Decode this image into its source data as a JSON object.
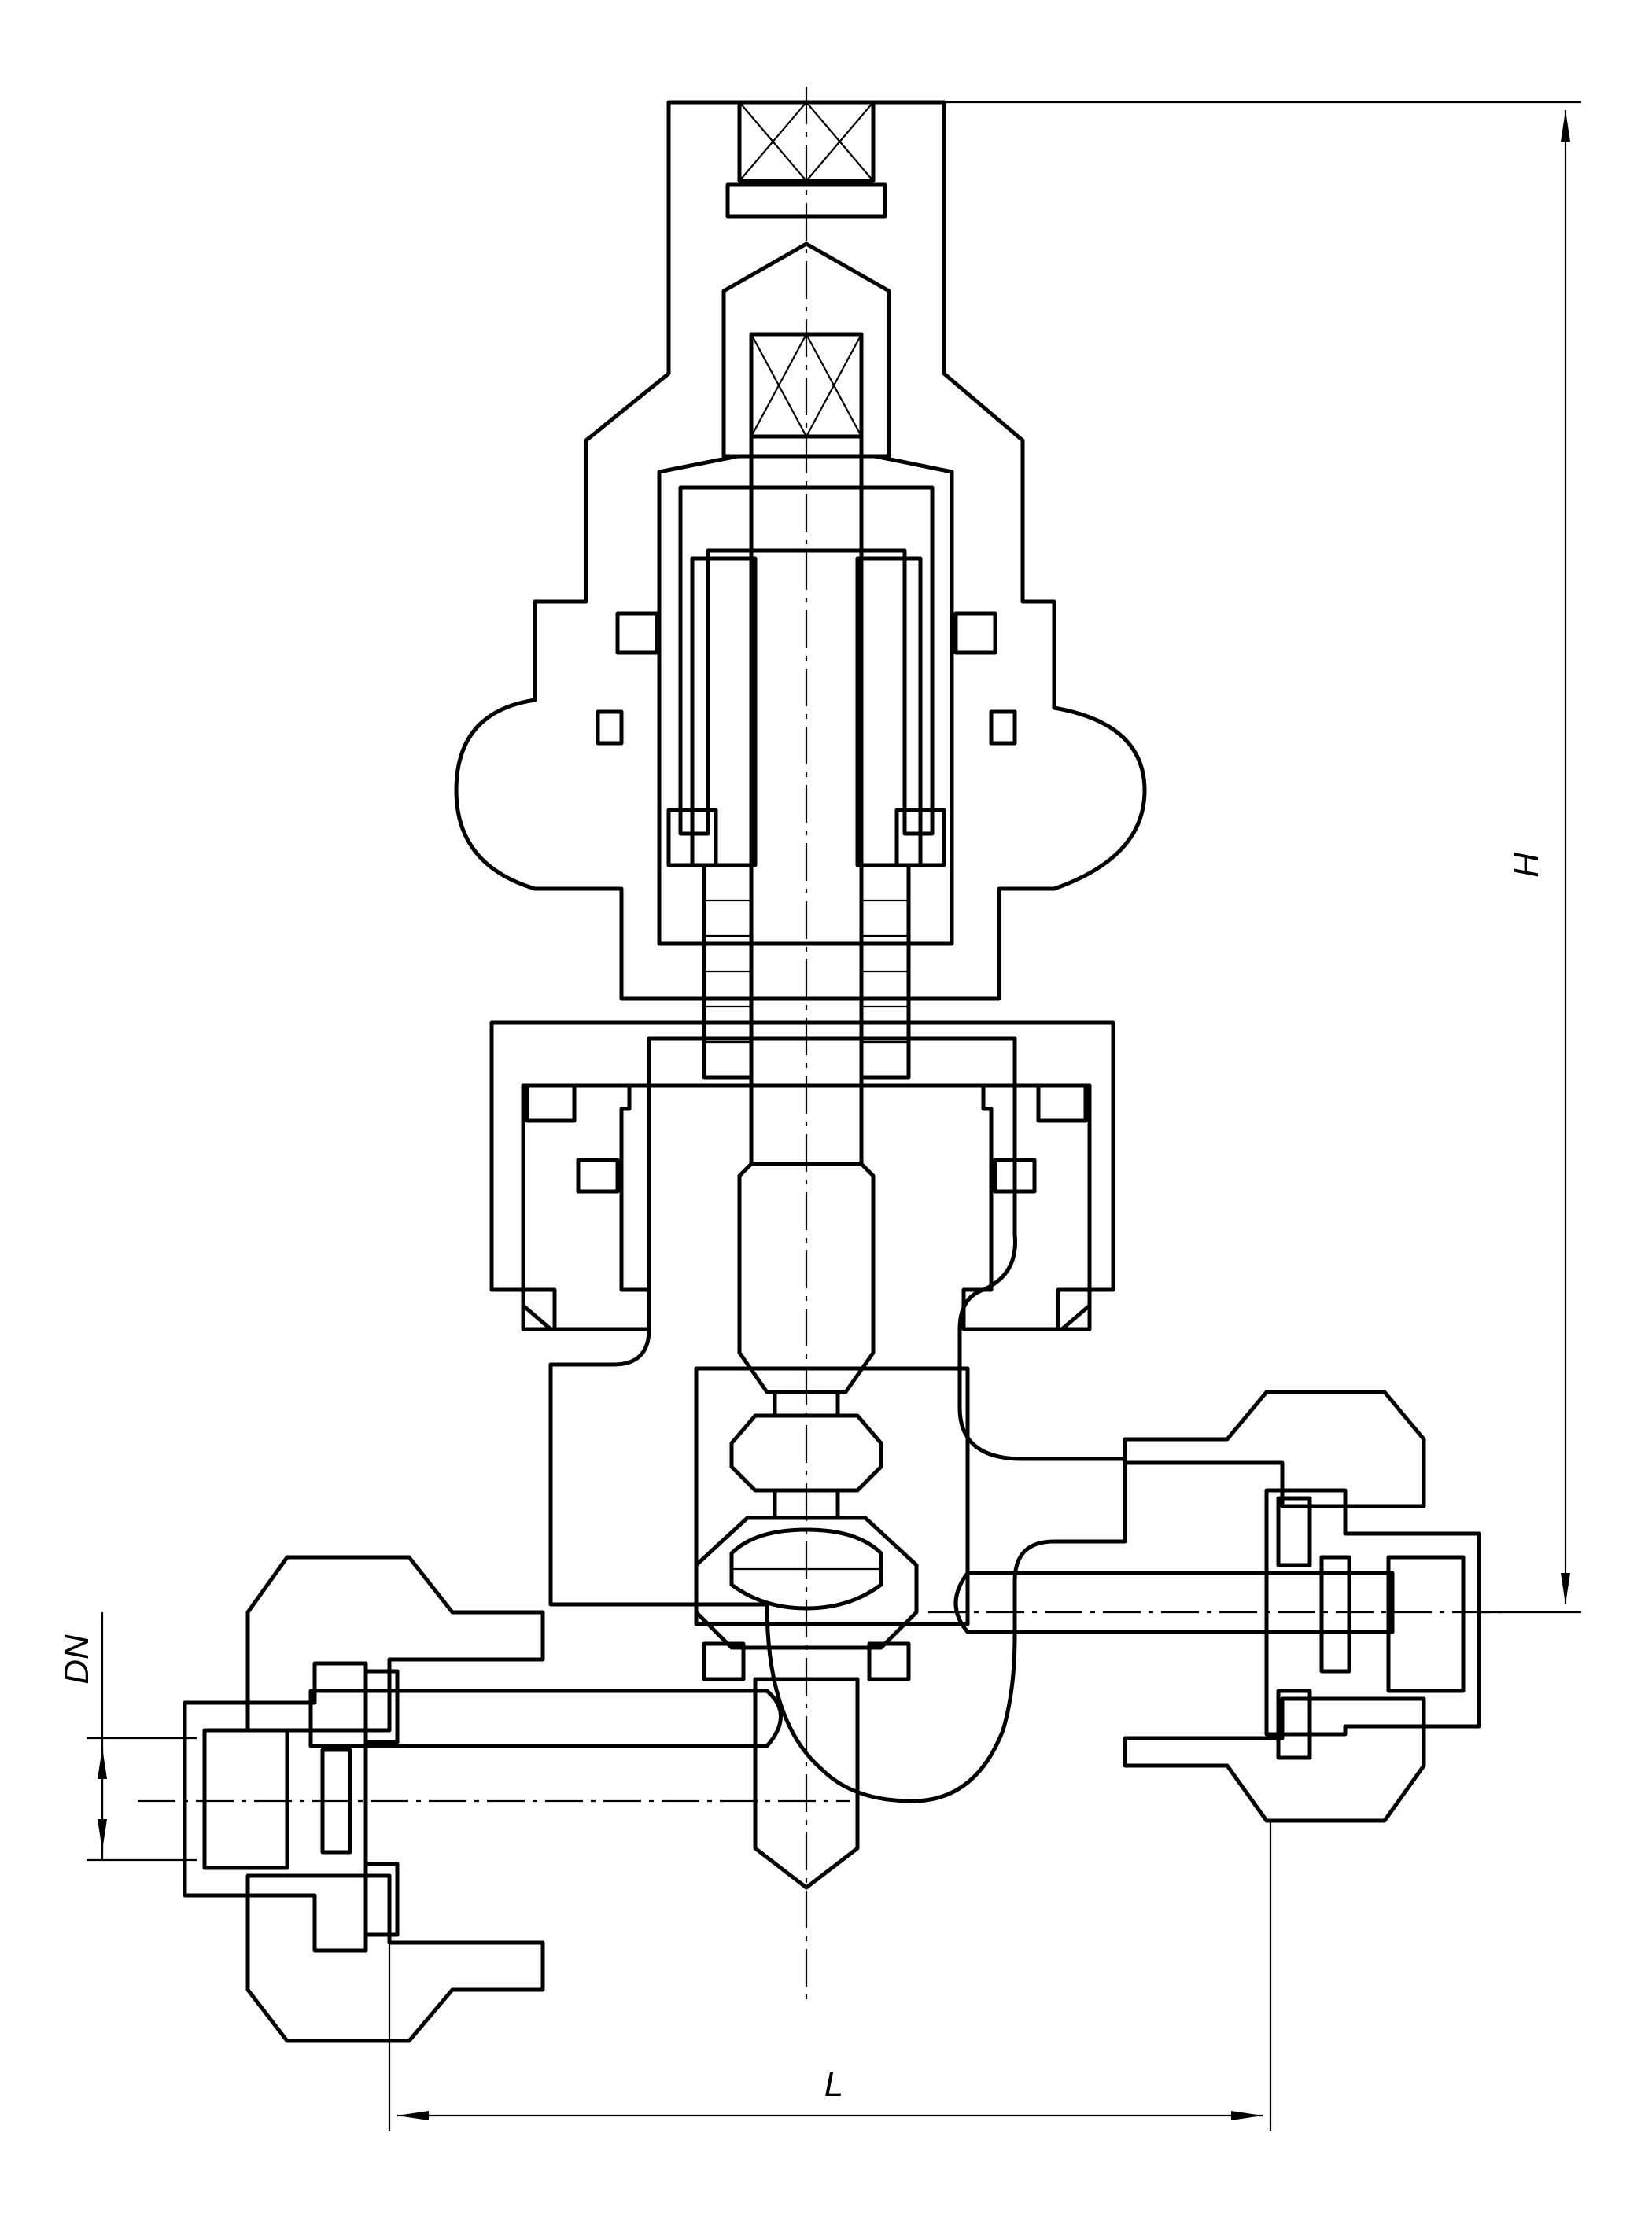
{
  "drawing": {
    "dimensions": {
      "height_label": "H",
      "length_label": "L",
      "nominal_diameter_label": "DN"
    },
    "colors": {
      "line": "#000000",
      "background": "#ffffff",
      "packing_fill": "#ffffff"
    }
  }
}
